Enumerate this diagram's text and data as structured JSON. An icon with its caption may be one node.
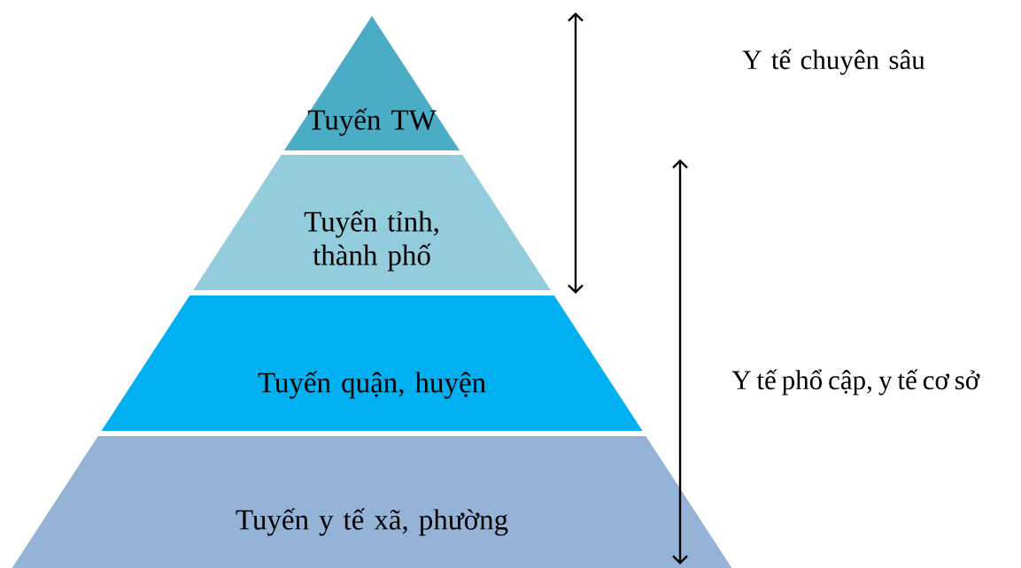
{
  "diagram": {
    "nodes": [
      {
        "text": [
          "Tuyến TW"
        ]
      },
      {
        "text": [
          "Tuyến tỉnh, thành phố"
        ]
      },
      {
        "text": [
          "Tuyến quận, huyện"
        ]
      },
      {
        "text": [
          "Tuyến y tế xã, phường"
        ]
      }
    ],
    "labels": [
      "Y tế chuyên sâu",
      "Y tế phổ cập, y tế cơ sở"
    ]
  }
}
